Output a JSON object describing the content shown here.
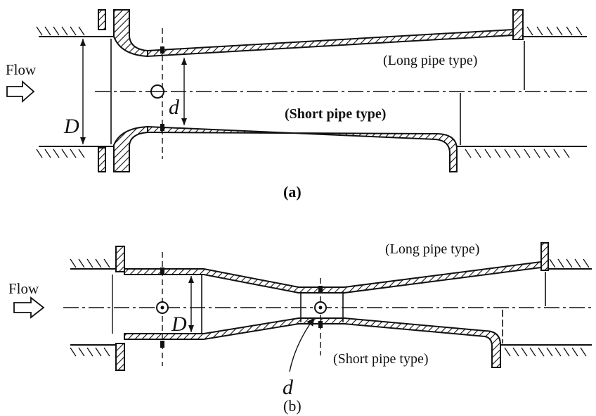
{
  "figure_a": {
    "flow_label": "Flow",
    "long_pipe_label": "(Long pipe type)",
    "short_pipe_label": "(Short pipe type)",
    "diameter_large": "D",
    "diameter_throat": "d",
    "caption": "(a)"
  },
  "figure_b": {
    "flow_label": "Flow",
    "long_pipe_label": "(Long pipe type)",
    "short_pipe_label": "(Short pipe type)",
    "diameter_large": "D",
    "diameter_throat": "d",
    "caption": "(b)"
  },
  "colors": {
    "ink": "#111111",
    "background": "#ffffff"
  }
}
